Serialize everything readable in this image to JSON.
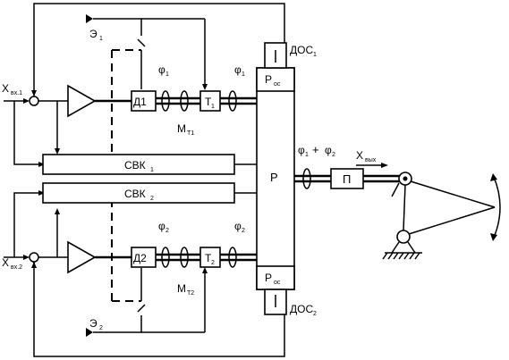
{
  "top_channel": {
    "input_x": "X",
    "input_sub": "вх.1",
    "sensor": "Д1",
    "tacho": "T",
    "tacho_sub": "1",
    "phi_dot": "φ",
    "phi_dot_sub": "1",
    "phi_dot_right": "φ",
    "phi_dot_right_sub": "1",
    "moment": "M",
    "moment_sub": "T1",
    "feedback": "СВК",
    "feedback_sub": "1",
    "energy": "Э",
    "energy_sub": "1",
    "dos": "ДОС",
    "dos_sub": "1",
    "p_oc": "P",
    "p_oc_sub": "ос"
  },
  "bottom_channel": {
    "input_x": "X",
    "input_sub": "вх.2",
    "sensor": "Д2",
    "tacho": "T",
    "tacho_sub": "2",
    "phi_dot": "φ",
    "phi_dot_sub": "2",
    "phi_dot_right": "φ",
    "phi_dot_right_sub": "2",
    "moment": "M",
    "moment_sub": "T2",
    "feedback": "СВК",
    "feedback_sub": "2",
    "energy": "Э",
    "energy_sub": "2",
    "dos": "ДОС",
    "dos_sub": "2",
    "p_oc": "P",
    "p_oc_sub": "ос"
  },
  "reducer": {
    "label": "P"
  },
  "sum_speed": {
    "a": "φ",
    "a_sub": "1",
    "plus": "+",
    "b": "φ",
    "b_sub": "2"
  },
  "output_block": {
    "label": "П"
  },
  "output": {
    "x": "X",
    "sub": "вых"
  }
}
